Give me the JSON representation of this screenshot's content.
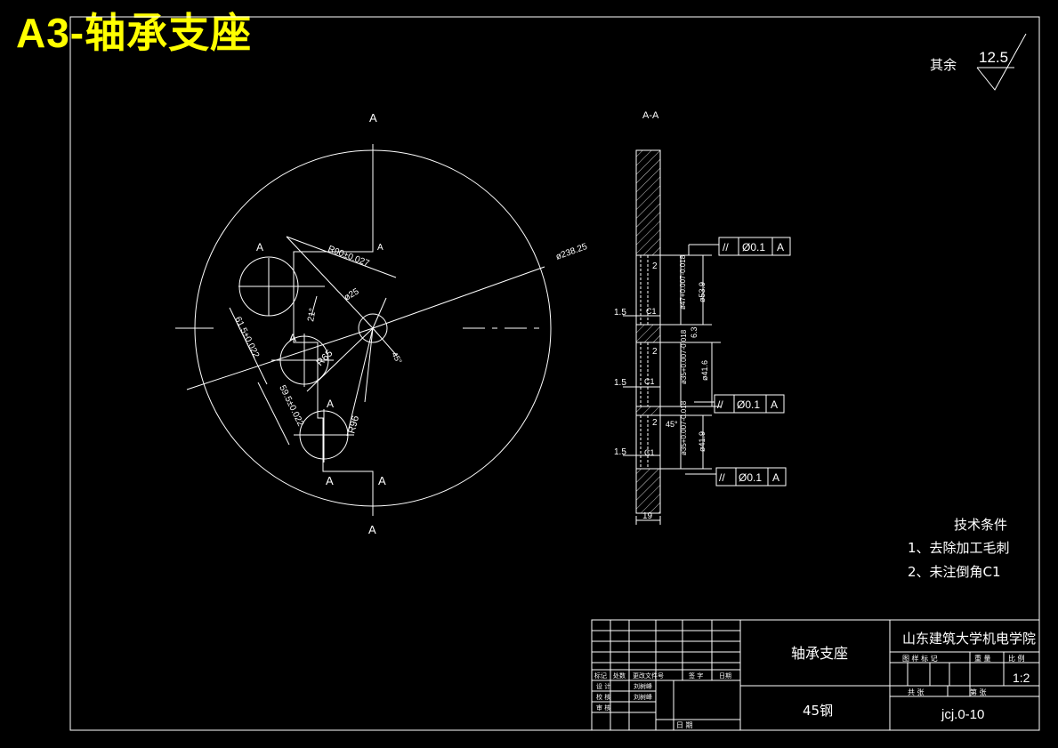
{
  "banner_title": "A3-轴承支座",
  "roughness": {
    "label": "其余",
    "value": "12.5"
  },
  "section_label": "A-A",
  "section_markers": [
    "A",
    "A",
    "A",
    "A",
    "A",
    "A",
    "A",
    "A"
  ],
  "front_dims": {
    "r_pos": "R90±0.027",
    "big_dia": "ø238.25",
    "center_dia": "ø25",
    "angle": "21°",
    "r65": "R65",
    "r96": "R96",
    "d1": "61.5±0.022",
    "d2": "59.5±0.022",
    "small_angle": "45°"
  },
  "side_dims": {
    "w2a": "2",
    "w2b": "2",
    "w2c": "2",
    "s15a": "1.5",
    "s15b": "1.5",
    "s15c": "1.5",
    "ch1": "C1",
    "ch2": "C1",
    "ch3": "C1",
    "d47": "ø47+0.007-0.018",
    "d53": "ø53.9",
    "d35a": "ø35+0.007-0.018",
    "d41a": "ø41.6",
    "d35b": "ø35+0.007-0.018",
    "d41b": "ø41.9",
    "ra": "6.3",
    "ang": "45°",
    "w19": "19"
  },
  "tolerances": [
    {
      "symbol": "//",
      "value": "Ø0.1",
      "datum": "A"
    },
    {
      "symbol": "//",
      "value": "Ø0.1",
      "datum": "A"
    },
    {
      "symbol": "//",
      "value": "Ø0.1",
      "datum": "A"
    }
  ],
  "tech_req": {
    "title": "技术条件",
    "items": [
      "1、去除加工毛刺",
      "2、未注倒角C1"
    ]
  },
  "title_block": {
    "part_name": "轴承支座",
    "material": "45钢",
    "school": "山东建筑大学机电学院",
    "scale": "1:2",
    "drawing_no": "jcj.0-10",
    "hdr_stage": "图 样 标 记",
    "hdr_weight": "重 量",
    "hdr_scale": "比 例",
    "hdr_total": "共    张",
    "hdr_sheet": "第    张",
    "row_labels": [
      "标记",
      "处数",
      "更改文件号",
      "签 字",
      "日期"
    ],
    "design": "设 计",
    "check": "校 核",
    "approve": "审 核",
    "designer": "刘树峰",
    "checker": "刘树峰",
    "date": "日 期"
  }
}
